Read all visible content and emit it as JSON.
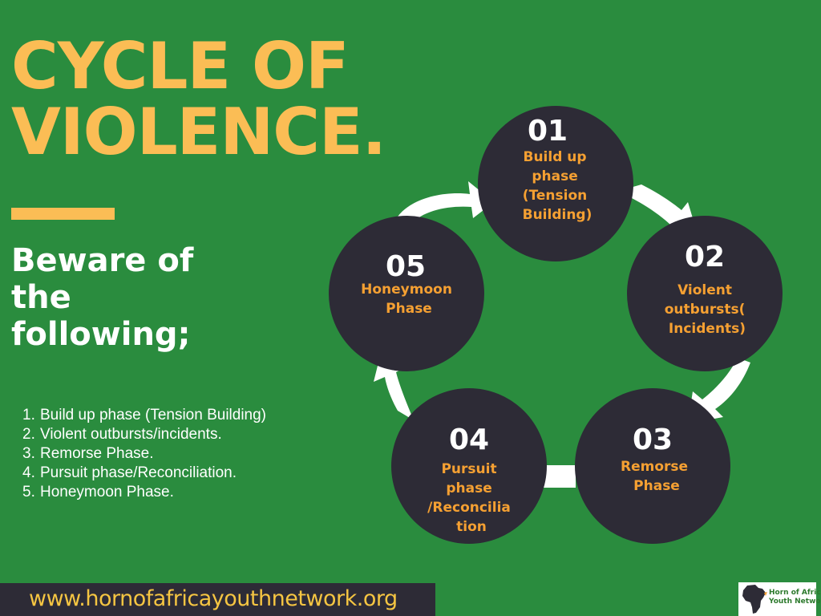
{
  "title": {
    "line1": "CYCLE OF",
    "line2": "VIOLENCE."
  },
  "subtitle": {
    "line1": "Beware of",
    "line2": "the",
    "line3": "following;"
  },
  "list": [
    {
      "num": "1.",
      "text": " Build up phase (Tension Building)"
    },
    {
      "num": "2.",
      "text": "Violent outbursts/incidents."
    },
    {
      "num": "3.",
      "text": "Remorse Phase."
    },
    {
      "num": "4.",
      "text": "Pursuit phase/Reconciliation."
    },
    {
      "num": "5.",
      "text": "Honeymoon Phase."
    }
  ],
  "phases": [
    {
      "num": "01",
      "lines": [
        "Build up",
        "phase",
        "(Tension",
        "Building)"
      ]
    },
    {
      "num": "02",
      "lines": [
        "Violent",
        "outbursts(",
        "Incidents)"
      ]
    },
    {
      "num": "03",
      "lines": [
        "Remorse",
        "Phase"
      ]
    },
    {
      "num": "04",
      "lines": [
        "Pursuit",
        "phase",
        "/Reconcilia",
        "tion"
      ]
    },
    {
      "num": "05",
      "lines": [
        "Honeymoon",
        "Phase"
      ]
    }
  ],
  "footer": {
    "url": "www.hornofafricayouthnetwork.org"
  },
  "logo": {
    "line1": "Horn of Africa",
    "line2": "Youth Network"
  },
  "colors": {
    "background": "#2a8c3e",
    "title": "#fbbd55",
    "circle": "#2d2b36",
    "circle_label": "#f5a032",
    "arrow": "#ffffff"
  }
}
